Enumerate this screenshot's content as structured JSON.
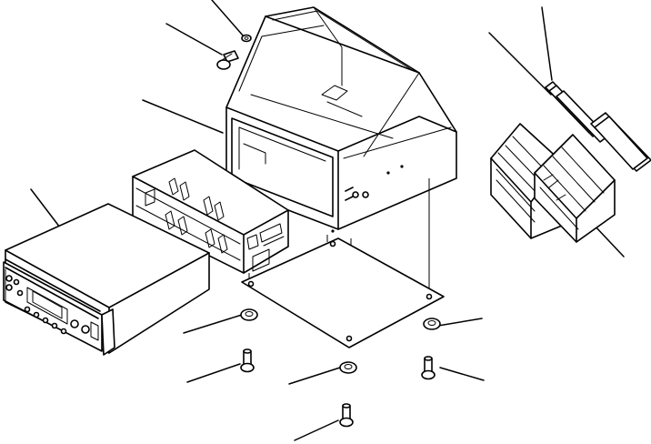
{
  "figure": {
    "description_type": "exploded-parts-diagram",
    "parts": [
      {
        "key": "radio",
        "icon": "radio-unit-icon"
      },
      {
        "key": "mounting_sleeve",
        "icon": "sleeve-cage-icon"
      },
      {
        "key": "console_housing",
        "icon": "console-box-icon"
      },
      {
        "key": "base_plate",
        "icon": "plate-icon"
      },
      {
        "key": "heat_sink_plates",
        "icon": "plates-stack-icon"
      },
      {
        "key": "bolts",
        "icon": "bolt-icon"
      },
      {
        "key": "washers",
        "icon": "washer-icon"
      }
    ],
    "callouts_count": 12,
    "line_color": "#000000",
    "background_color": "#ffffff"
  }
}
